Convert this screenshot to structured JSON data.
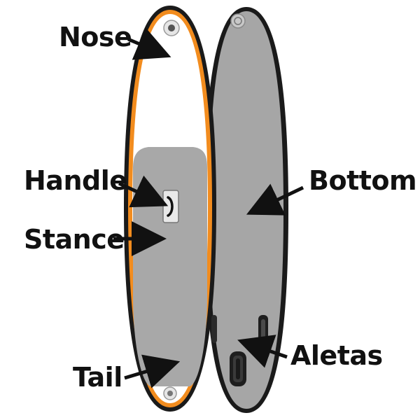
{
  "labels": {
    "nose": "Nose",
    "handle": "Handle",
    "stance": "Stance",
    "tail": "Tail",
    "bottom": "Bottom",
    "fins": "Aletas"
  },
  "colors": {
    "rail_black": "#1a1a1a",
    "rail_orange": "#f28c1e",
    "deck_white": "#ffffff",
    "pad_gray": "#a8a8a8",
    "bottom_gray": "#a6a6a6",
    "label_text": "#111111",
    "arrow": "#111111"
  }
}
